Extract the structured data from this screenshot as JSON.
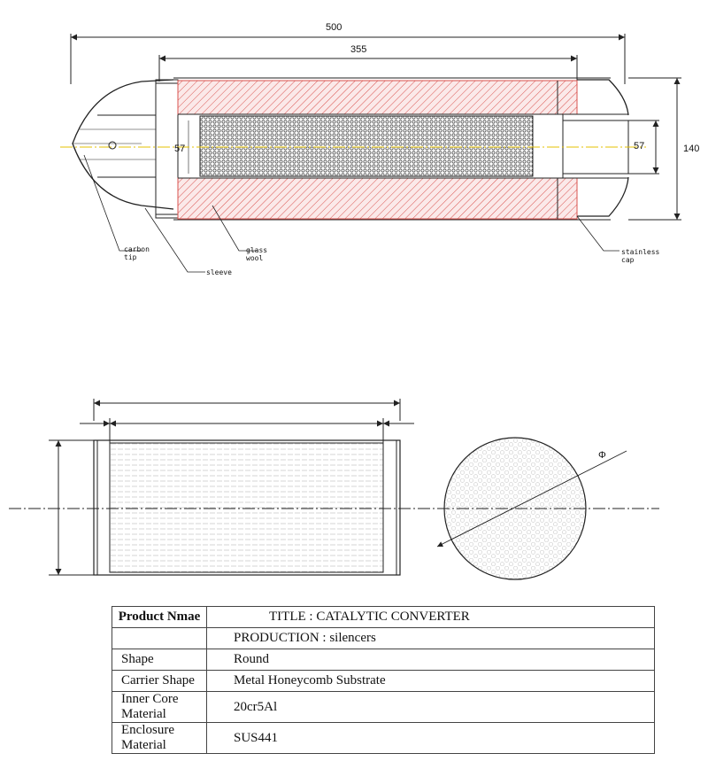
{
  "top_drawing": {
    "dim_overall": "500",
    "dim_body": "355",
    "dim_inlet": "57",
    "dim_outlet": "57",
    "dim_height": "140",
    "labels": {
      "carbon_tip": [
        "carbon",
        "tip"
      ],
      "sleeve": "sleeve",
      "glass_wool": [
        "glass",
        "wool"
      ],
      "stainless_cap": [
        "stainless",
        "cap"
      ]
    }
  },
  "bottom_drawing": {
    "diameter_symbol": "Φ"
  },
  "spec_table": {
    "header_label": "Product Nmae",
    "rows": [
      {
        "label": "",
        "value": "TITLE : CATALYTIC CONVERTER"
      },
      {
        "label": "",
        "value": "PRODUCTION : silencers"
      },
      {
        "label": "Shape",
        "value": "Round"
      },
      {
        "label": "Carrier Shape",
        "value": "Metal Honeycomb Substrate"
      },
      {
        "label": "Inner Core Material",
        "value": "20cr5Al"
      },
      {
        "label": "Enclosure Material",
        "value": "SUS441"
      }
    ]
  },
  "colors": {
    "hatch": "#d9534f",
    "centerline": "#e6c200",
    "line": "#222222"
  }
}
